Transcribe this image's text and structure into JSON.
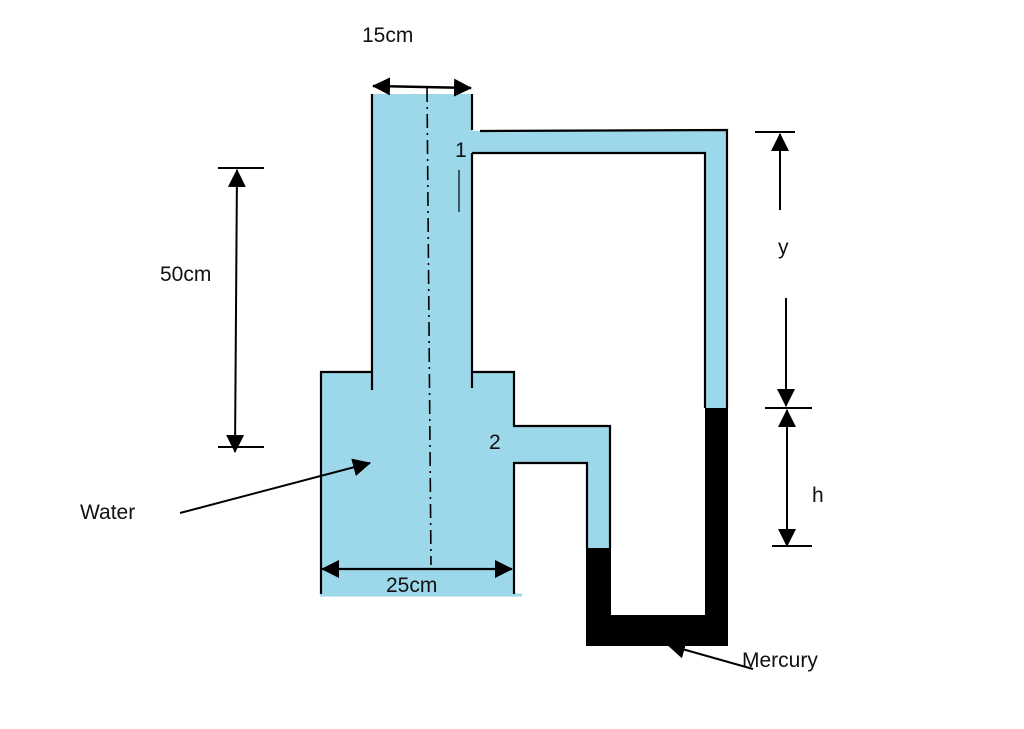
{
  "labels": {
    "top_width": "15cm",
    "height": "50cm",
    "bottom_width": "25cm",
    "point_1": "1",
    "point_2": "2",
    "y": "y",
    "h": "h",
    "water": "Water",
    "mercury": "Mercury"
  },
  "colors": {
    "water": "#9dd8ea",
    "mercury": "#000000",
    "line": "#000000"
  }
}
